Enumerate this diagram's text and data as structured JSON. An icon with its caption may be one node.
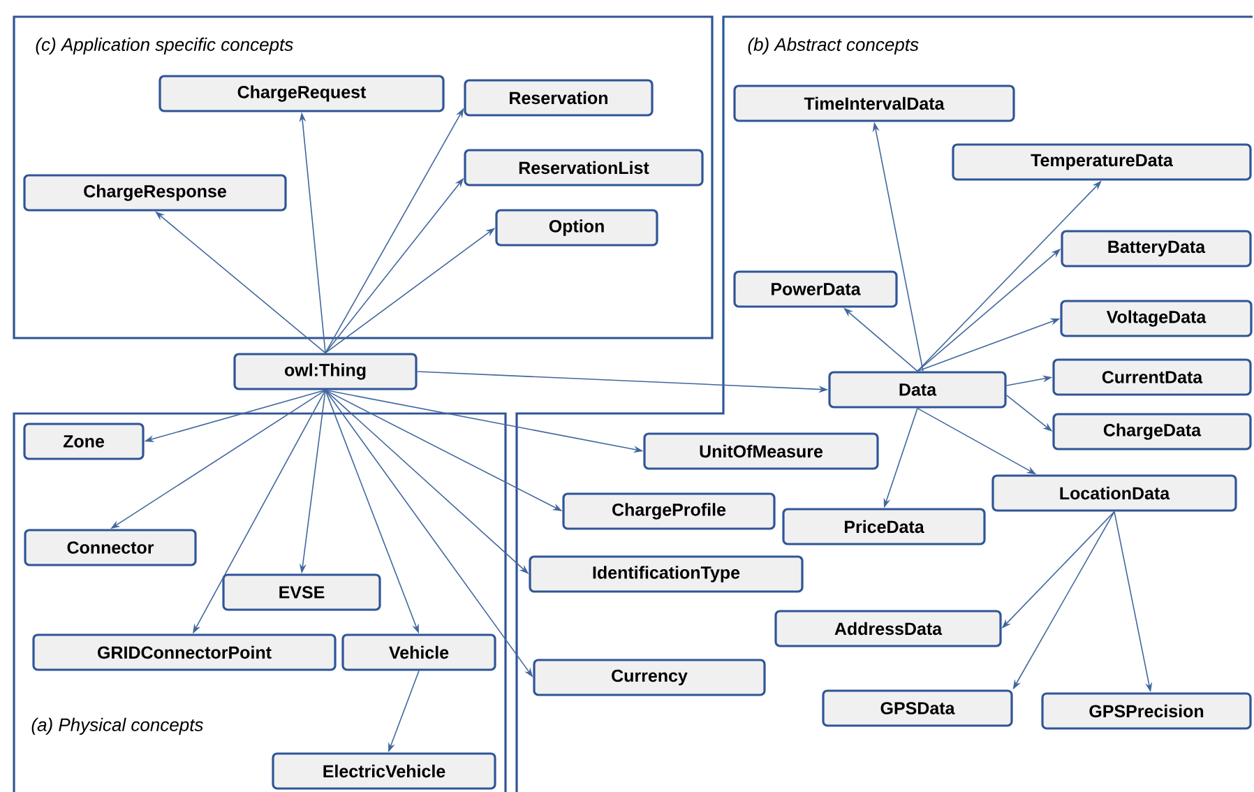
{
  "diagram": {
    "nodes": [
      {
        "text": [
          "(c) Application specific concepts"
        ]
      },
      {
        "text": [
          "ChargeRequest"
        ],
        "in": 0
      },
      {
        "text": [
          "Reservation"
        ],
        "in": 0
      },
      {
        "text": [
          "ChargeResponse"
        ],
        "in": 0
      },
      {
        "text": [
          "ReservationList"
        ],
        "in": 0
      },
      {
        "text": [
          "Option"
        ],
        "in": 0
      },
      {
        "text": [
          "(b) Abstract concepts"
        ]
      },
      {
        "text": [
          "TimeIntervalData"
        ],
        "in": 6
      },
      {
        "text": [
          "TemperatureData"
        ],
        "in": 6
      },
      {
        "text": [
          "BatteryData"
        ],
        "in": 6
      },
      {
        "text": [
          "PowerData"
        ],
        "in": 6
      },
      {
        "text": [
          "VoltageData"
        ],
        "in": 6
      },
      {
        "text": [
          "Data"
        ],
        "in": 6
      },
      {
        "text": [
          "CurrentData"
        ],
        "in": 6
      },
      {
        "text": [
          "ChargeData"
        ],
        "in": 6
      },
      {
        "text": [
          "UnitOfMeasure"
        ],
        "in": 6
      },
      {
        "text": [
          "ChargeProfile"
        ],
        "in": 6
      },
      {
        "text": [
          "LocationData"
        ],
        "in": 6
      },
      {
        "text": [
          "PriceData"
        ],
        "in": 6
      },
      {
        "text": [
          "IdentificationType"
        ],
        "in": 6
      },
      {
        "text": [
          "AddressData"
        ],
        "in": 6
      },
      {
        "text": [
          "Currency"
        ],
        "in": 6
      },
      {
        "text": [
          "GPSData"
        ],
        "in": 6
      },
      {
        "text": [
          "GPSPrecision"
        ],
        "in": 6
      },
      {
        "text": [
          "owl:Thing"
        ]
      },
      {
        "text": [
          "(a) Physical concepts"
        ]
      },
      {
        "text": [
          "Zone"
        ],
        "in": 25
      },
      {
        "text": [
          "Connector"
        ],
        "in": 25
      },
      {
        "text": [
          "EVSE"
        ],
        "in": 25
      },
      {
        "text": [
          "GRIDConnectorPoint"
        ],
        "in": 25
      },
      {
        "text": [
          "Vehicle"
        ],
        "in": 25
      },
      {
        "text": [
          "ElectricVehicle"
        ],
        "in": 25
      }
    ],
    "edges": [
      {
        "from": 24,
        "to": 1,
        "arrow": "to"
      },
      {
        "from": 24,
        "to": 2,
        "arrow": "to"
      },
      {
        "from": 24,
        "to": 3,
        "arrow": "to"
      },
      {
        "from": 24,
        "to": 4,
        "arrow": "to"
      },
      {
        "from": 24,
        "to": 5,
        "arrow": "to"
      },
      {
        "from": 24,
        "to": 12,
        "arrow": "to"
      },
      {
        "from": 24,
        "to": 26,
        "arrow": "to"
      },
      {
        "from": 24,
        "to": 27,
        "arrow": "to"
      },
      {
        "from": 24,
        "to": 28,
        "arrow": "to"
      },
      {
        "from": 24,
        "to": 29,
        "arrow": "to"
      },
      {
        "from": 24,
        "to": 30,
        "arrow": "to"
      },
      {
        "from": 24,
        "to": 15,
        "arrow": "to"
      },
      {
        "from": 24,
        "to": 16,
        "arrow": "to"
      },
      {
        "from": 24,
        "to": 19,
        "arrow": "to"
      },
      {
        "from": 24,
        "to": 21,
        "arrow": "to"
      },
      {
        "from": 30,
        "to": 31,
        "arrow": "to"
      },
      {
        "from": 12,
        "to": 7,
        "arrow": "to"
      },
      {
        "from": 12,
        "to": 8,
        "arrow": "to"
      },
      {
        "from": 12,
        "to": 9,
        "arrow": "to"
      },
      {
        "from": 12,
        "to": 10,
        "arrow": "to"
      },
      {
        "from": 12,
        "to": 11,
        "arrow": "to"
      },
      {
        "from": 12,
        "to": 13,
        "arrow": "to"
      },
      {
        "from": 12,
        "to": 14,
        "arrow": "to"
      },
      {
        "from": 12,
        "to": 18,
        "arrow": "to"
      },
      {
        "from": 12,
        "to": 17,
        "arrow": "to"
      },
      {
        "from": 17,
        "to": 20,
        "arrow": "to"
      },
      {
        "from": 17,
        "to": 22,
        "arrow": "to"
      },
      {
        "from": 17,
        "to": 23,
        "arrow": "to"
      }
    ]
  }
}
